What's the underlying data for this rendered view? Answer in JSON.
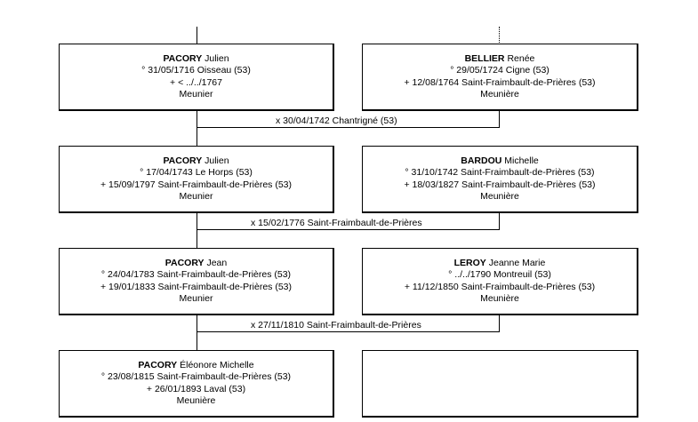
{
  "generations": [
    {
      "left": {
        "surname": "PACORY",
        "given": "Julien",
        "lines": [
          "° 31/05/1716 Oisseau (53)",
          "+ < ../../1767",
          "Meunier"
        ]
      },
      "right": {
        "surname": "BELLIER",
        "given": "Renée",
        "lines": [
          "° 29/05/1724 Cigne (53)",
          "+ 12/08/1764 Saint-Fraimbault-de-Prières (53)",
          "Meunière"
        ]
      },
      "marriage": "x 30/04/1742 Chantrigné (53)"
    },
    {
      "left": {
        "surname": "PACORY",
        "given": "Julien",
        "lines": [
          "° 17/04/1743 Le Horps (53)",
          "+ 15/09/1797 Saint-Fraimbault-de-Prières (53)",
          "Meunier"
        ]
      },
      "right": {
        "surname": "BARDOU",
        "given": "Michelle",
        "lines": [
          "° 31/10/1742 Saint-Fraimbault-de-Prières (53)",
          "+ 18/03/1827 Saint-Fraimbault-de-Prières (53)",
          "Meunière"
        ]
      },
      "marriage": "x 15/02/1776 Saint-Fraimbault-de-Prières"
    },
    {
      "left": {
        "surname": "PACORY",
        "given": "Jean",
        "lines": [
          "° 24/04/1783 Saint-Fraimbault-de-Prières (53)",
          "+ 19/01/1833 Saint-Fraimbault-de-Prières (53)",
          "Meunier"
        ]
      },
      "right": {
        "surname": "LEROY",
        "given": "Jeanne Marie",
        "lines": [
          "° ../../1790 Montreuil (53)",
          "+ 11/12/1850 Saint-Fraimbault-de-Prières (53)",
          "Meunière"
        ]
      },
      "marriage": "x 27/11/1810 Saint-Fraimbault-de-Prières"
    },
    {
      "left": {
        "surname": "PACORY",
        "given": "Éléonore Michelle",
        "lines": [
          "° 23/08/1815 Saint-Fraimbault-de-Prières (53)",
          "+ 26/01/1893 Laval (53)",
          "Meunière"
        ]
      },
      "right": null,
      "marriage": null
    }
  ]
}
